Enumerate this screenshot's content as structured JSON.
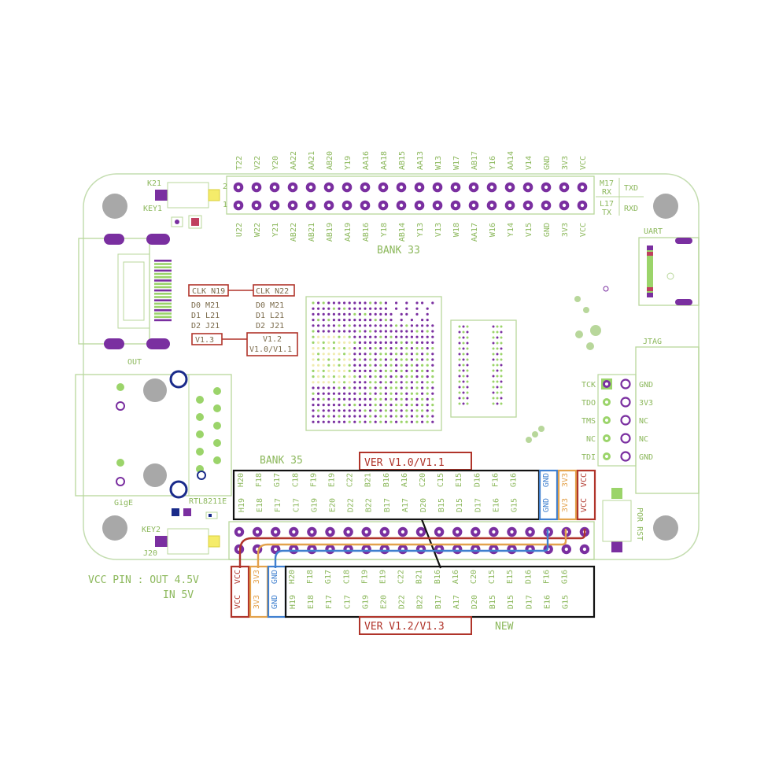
{
  "bank33": {
    "title": "BANK 33",
    "top_row_labels": [
      "T22",
      "V22",
      "Y20",
      "AA22",
      "AA21",
      "AB20",
      "Y19",
      "AA16",
      "AA18",
      "AB15",
      "AA13",
      "W13",
      "W17",
      "AB17",
      "Y16",
      "AA14",
      "V14",
      "GND",
      "3V3",
      "VCC"
    ],
    "bottom_row_labels": [
      "U22",
      "W22",
      "Y21",
      "AB22",
      "AB21",
      "AB19",
      "AA19",
      "AB16",
      "Y18",
      "AB14",
      "Y13",
      "V13",
      "W18",
      "AA17",
      "W16",
      "Y14",
      "V15",
      "GND",
      "3V3",
      "VCC"
    ],
    "row_markers": [
      "2",
      "1"
    ],
    "side_labels": {
      "m17": "M17",
      "rx": "RX",
      "txd": "TXD",
      "l17": "L17",
      "tx": "TX",
      "rxd": "RXD"
    }
  },
  "bank35": {
    "title": "BANK 35",
    "old_top_labels": [
      "H20",
      "F18",
      "G17",
      "C18",
      "F19",
      "E19",
      "C22",
      "B21",
      "B16",
      "A16",
      "C20",
      "C15",
      "E15",
      "D16",
      "F16",
      "G16"
    ],
    "old_bottom_labels": [
      "H19",
      "E18",
      "F17",
      "C17",
      "G19",
      "E20",
      "D22",
      "B22",
      "B17",
      "A17",
      "D20",
      "B15",
      "D15",
      "D17",
      "E16",
      "G15"
    ],
    "old_power_top": [
      "GND",
      "3V3",
      "VCC"
    ],
    "old_power_bottom": [
      "GND",
      "3V3",
      "VCC"
    ],
    "new_power_top": [
      "VCC",
      "3V3",
      "GND"
    ],
    "new_power_bottom": [
      "VCC",
      "3V3",
      "GND"
    ],
    "new_top_labels": [
      "H20",
      "F18",
      "G17",
      "C18",
      "F19",
      "E19",
      "C22",
      "B21",
      "B16",
      "A16",
      "C20",
      "C15",
      "E15",
      "D16",
      "F16",
      "G16"
    ],
    "new_bottom_labels": [
      "H19",
      "E18",
      "F17",
      "C17",
      "G19",
      "E20",
      "D22",
      "B22",
      "B17",
      "A17",
      "D20",
      "B15",
      "D15",
      "D17",
      "E16",
      "G15"
    ]
  },
  "version_labels": {
    "old": "VER V1.0/V1.1",
    "new": "VER V1.2/V1.3",
    "new_tag": "NEW"
  },
  "clock_notes": {
    "left_clk": "CLK N19",
    "left_d0": "D0  M21",
    "left_d1": "D1  L21",
    "left_d2": "D2  J21",
    "left_ver": "V1.3",
    "right_clk": "CLK N22",
    "right_d0": "D0  M21",
    "right_d1": "D1  L21",
    "right_d2": "D2  J21",
    "right_ver_line1": "V1.2",
    "right_ver_line2": "V1.0/V1.1"
  },
  "jtag": {
    "title": "JTAG",
    "left_labels": [
      "TCK",
      "TDO",
      "TMS",
      "NC",
      "TDI"
    ],
    "right_labels": [
      "GND",
      "3V3",
      "NC",
      "NC",
      "GND"
    ]
  },
  "components": {
    "k21": "K21",
    "key1": "KEY1",
    "key2": "KEY2",
    "j20": "J20",
    "out": "OUT",
    "uart": "UART",
    "gige": "GigE",
    "phy": "RTL8211E",
    "por_rst": "POR RST"
  },
  "vcc_note": {
    "line1": "VCC PIN : OUT 4.5V",
    "line2": "IN 5V"
  },
  "colors": {
    "board_outline": "#b8d79b",
    "silk_green": "#8cb85c",
    "pin_purple": "#7a2fa0",
    "pin_green": "#9bd46a",
    "red_wire": "#b0342a",
    "orange_wire": "#e3a24c",
    "blue_wire": "#3f7fcf",
    "black_box": "#111111",
    "mount_hole": "#a8a8a8",
    "navy_ring": "#1a2b8a"
  }
}
